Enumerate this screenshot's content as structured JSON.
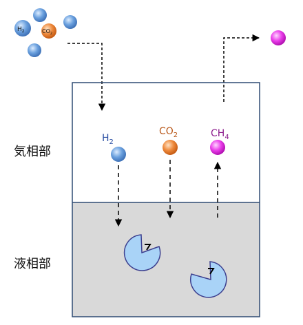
{
  "labels": {
    "gas_phase": "気相部",
    "liquid_phase": "液相部"
  },
  "molecules": {
    "h2": {
      "base": "H",
      "sub": "2",
      "color": "#2b4fa3"
    },
    "co2": {
      "base": "CO",
      "sub": "2",
      "color": "#b9581a"
    },
    "ch4": {
      "base": "CH",
      "sub": "4",
      "color": "#8e1f8e"
    }
  },
  "input_cluster": {
    "h2": {
      "base": "H",
      "sub": "2"
    },
    "co2": {
      "base": "CO",
      "sub": "2"
    }
  },
  "colors": {
    "h2_ball": "#5b93d6",
    "co2_ball": "#e4782b",
    "ch4_ball": "#e033e0",
    "liquid": "#d9d9d9",
    "tank_border": "#2f4b73",
    "microbe": "#a9d3f7",
    "microbe_border": "#3c3f8f"
  },
  "icons": {
    "arrow": "dashed-arrow",
    "microbe": "pacman-microbe-icon"
  }
}
